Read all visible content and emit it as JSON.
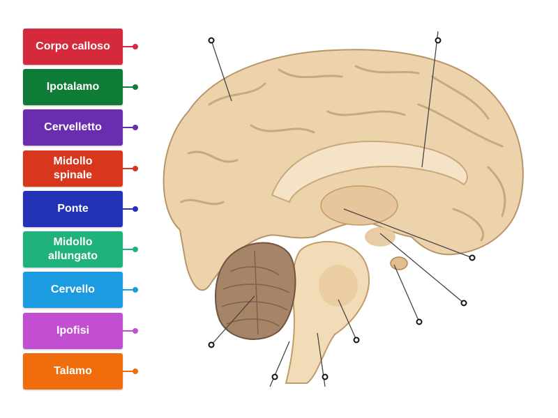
{
  "labels": [
    {
      "text": "Corpo calloso",
      "color": "#d42a3c"
    },
    {
      "text": "Ipotalamo",
      "color": "#0e7c36"
    },
    {
      "text": "Cervelletto",
      "color": "#6a2db0"
    },
    {
      "text": "Midollo spinale",
      "color": "#d9371d"
    },
    {
      "text": "Ponte",
      "color": "#2432b8"
    },
    {
      "text": "Midollo allungato",
      "color": "#1fb27a"
    },
    {
      "text": "Cervello",
      "color": "#1d9be0"
    },
    {
      "text": "Ipofisi",
      "color": "#c24fcf"
    },
    {
      "text": "Talamo",
      "color": "#ef6d0c"
    }
  ],
  "targets_count": 9
}
